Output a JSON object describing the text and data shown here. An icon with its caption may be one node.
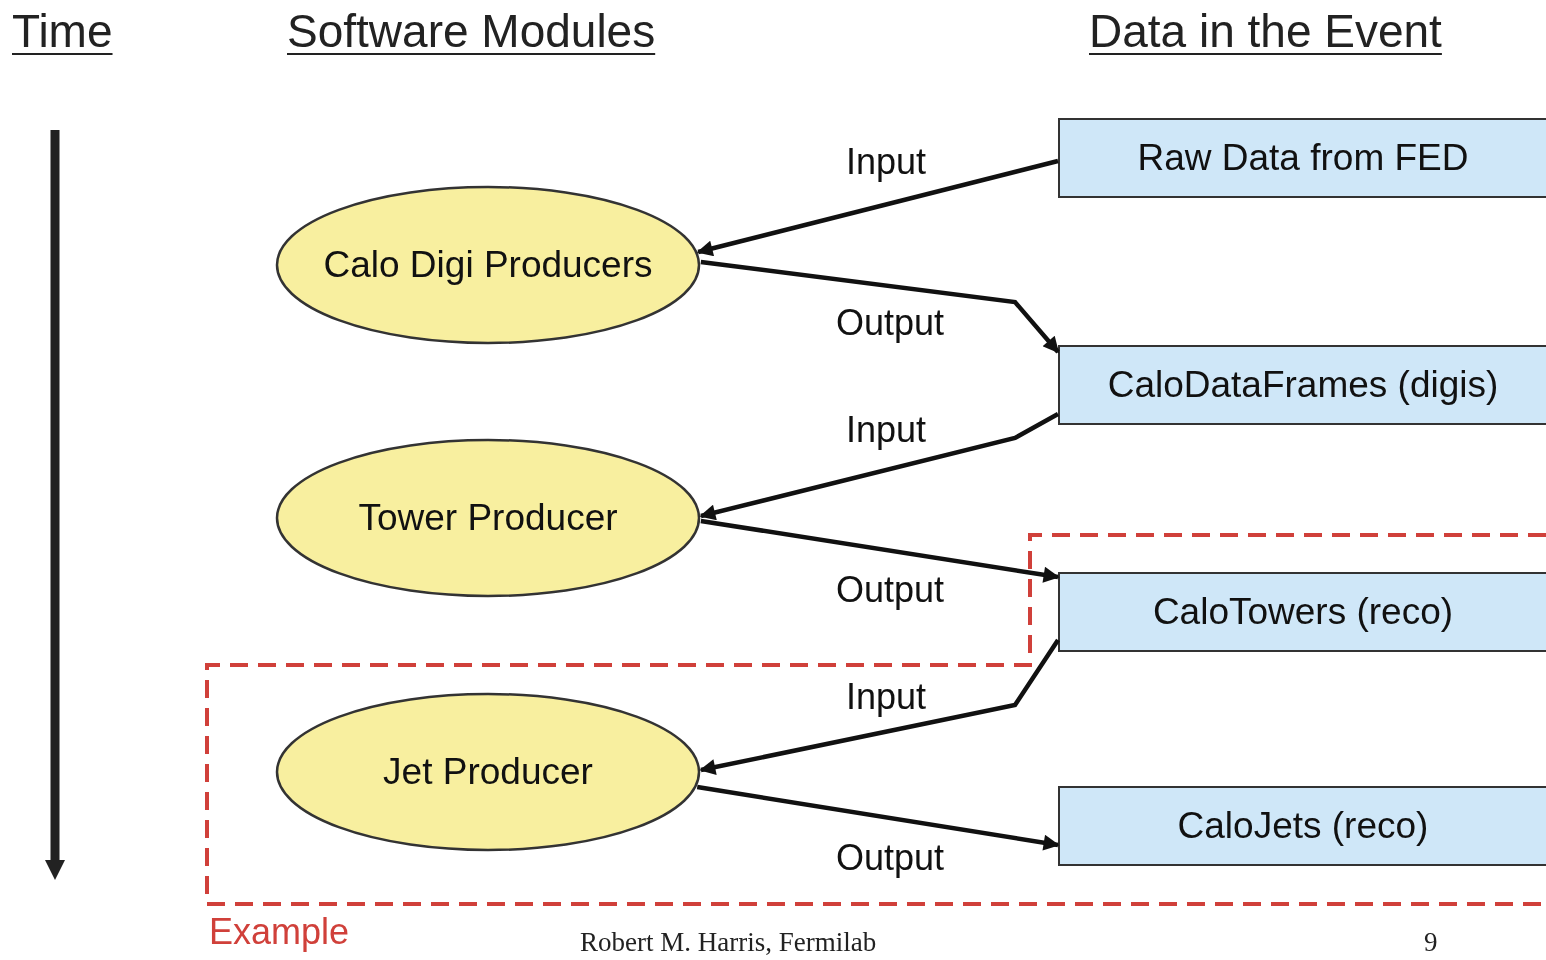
{
  "diagram": {
    "nodes": [
      {
        "text": [
          "Calo Digi Producers"
        ]
      },
      {
        "text": [
          "Tower Producer"
        ]
      },
      {
        "text": [
          "Example"
        ]
      },
      {
        "text": [
          "Jet Producer"
        ],
        "in": 2
      },
      {
        "text": [
          "Raw Data from FED"
        ]
      },
      {
        "text": [
          "CaloDataFrames (digis)"
        ]
      },
      {
        "text": [
          "CaloTowers (reco)"
        ],
        "in": 2
      },
      {
        "text": [
          "CaloJets (reco)"
        ],
        "in": 2
      }
    ],
    "edges": [
      {
        "from": 4,
        "to": 0,
        "arrow": "to",
        "label": "Input"
      },
      {
        "from": 0,
        "to": 5,
        "arrow": "to",
        "label": "Output"
      },
      {
        "from": 5,
        "to": 1,
        "arrow": "to",
        "label": "Input"
      },
      {
        "from": 1,
        "to": 6,
        "arrow": "to",
        "label": "Output"
      },
      {
        "from": 6,
        "to": 3,
        "arrow": "to",
        "label": "Input"
      },
      {
        "from": 3,
        "to": 7,
        "arrow": "to",
        "label": "Output"
      }
    ],
    "labels": [
      "Time",
      "Software Modules",
      "Data in the Event",
      "Robert M. Harris, Fermilab",
      "9"
    ]
  }
}
